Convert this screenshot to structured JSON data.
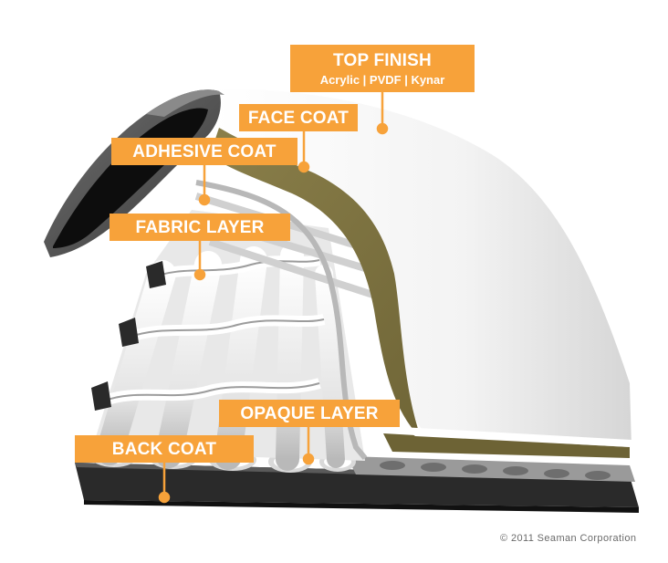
{
  "labels": {
    "top_finish": {
      "title": "TOP FINISH",
      "subtitle": "Acrylic | PVDF | Kynar"
    },
    "face_coat": "FACE COAT",
    "adhesive_coat": "ADHESIVE COAT",
    "fabric_layer": "FABRIC LAYER",
    "opaque_layer": "OPAQUE LAYER",
    "back_coat": "BACK COAT"
  },
  "copyright": "© 2011 Seaman Corporation",
  "colors": {
    "label_orange": "#f7a23a",
    "face_coat_olive": "#7a6f3e",
    "back_coat_dark": "#222222",
    "top_finish_white": "#f2f2f2"
  }
}
